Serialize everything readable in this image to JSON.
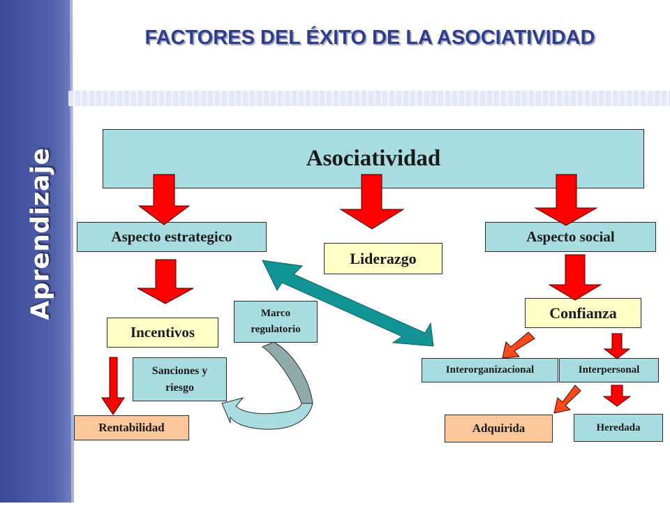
{
  "title": "FACTORES DEL ÉXITO DE LA ASOCIATIVIDAD",
  "sidebar": {
    "label": "Aprendizaje"
  },
  "nodes": {
    "asociatividad": "Asociatividad",
    "aspecto_estrategico": "Aspecto estrategico",
    "liderazgo": "Liderazgo",
    "aspecto_social": "Aspecto social",
    "confianza": "Confianza",
    "incentivos": "Incentivos",
    "marco_regulatorio": "Marco regulatorio",
    "sanciones_riesgo": "Sanciones y riesgo",
    "rentabilidad": "Rentabilidad",
    "interorganizacional": "Interorganizacional",
    "interpersonal": "Interpersonal",
    "adquirida": "Adquirida",
    "heredada": "Heredada"
  },
  "colors": {
    "title": "#2c3d93",
    "sidebar": "#4a58a4",
    "main_box": "#a8dce0",
    "yellow_box": "#ffffc6",
    "orange_box": "#fcc89b",
    "red_arrow": "#ff0000",
    "orange_arrow": "#ff4a1a",
    "teal_arrow": "#109494",
    "curved_arrow": "#a8dce0"
  }
}
